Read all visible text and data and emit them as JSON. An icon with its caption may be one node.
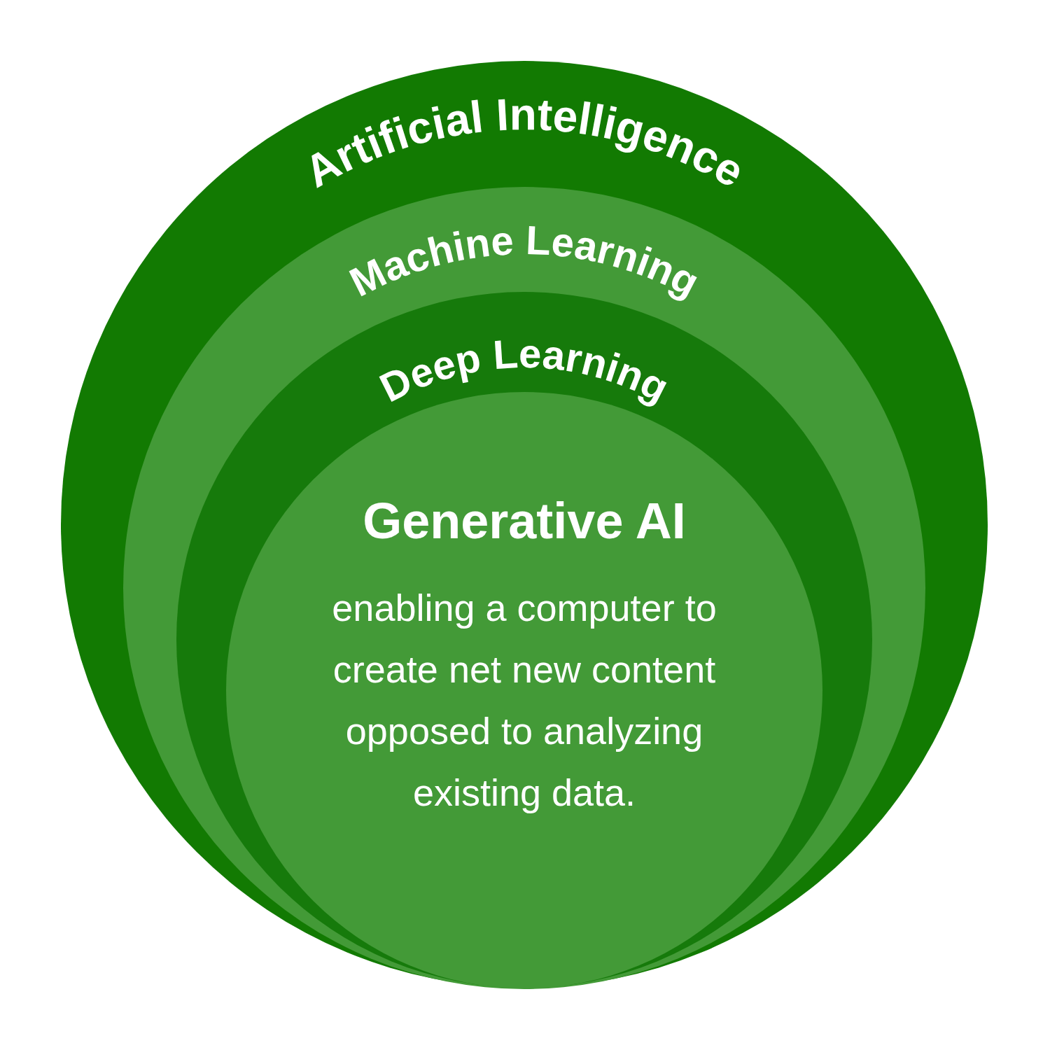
{
  "diagram": {
    "nodes": [
      {
        "text": [
          "Artificial Intelligence"
        ]
      },
      {
        "text": [
          "Machine Learning"
        ],
        "in": 0
      },
      {
        "text": [
          "Deep Learning"
        ],
        "in": 1
      },
      {
        "text": [
          "Generative AI",
          "enabling a computer to create net new content opposed to analyzing existing data."
        ],
        "in": 2
      }
    ]
  }
}
